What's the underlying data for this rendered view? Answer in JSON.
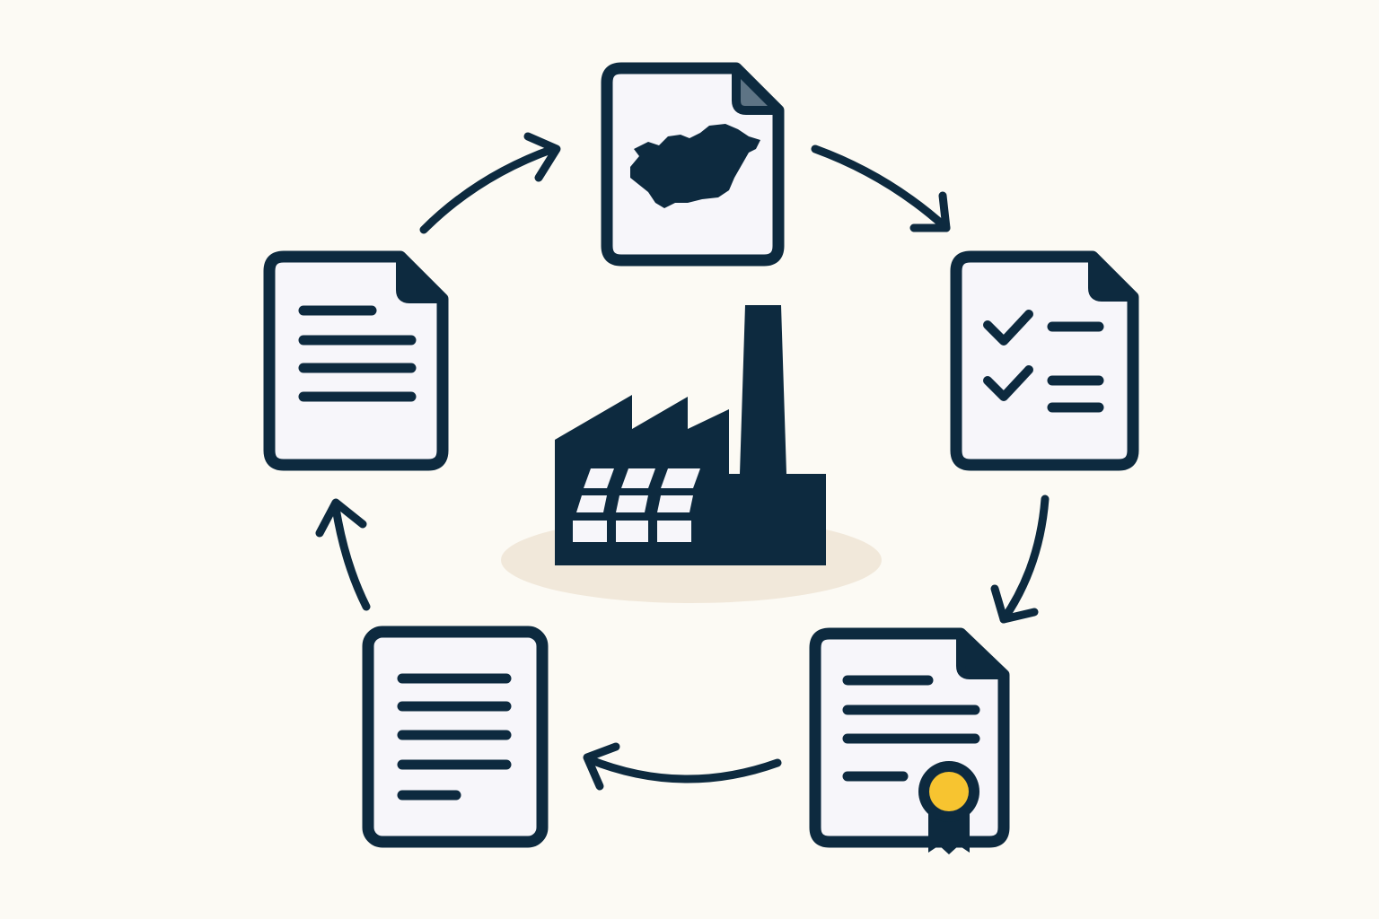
{
  "diagram": {
    "type": "cycle",
    "center": {
      "icon": "factory-icon"
    },
    "nodes": [
      {
        "id": "top",
        "icon": "document-map-icon"
      },
      {
        "id": "right",
        "icon": "document-checklist-icon"
      },
      {
        "id": "bottom-right",
        "icon": "document-certificate-icon"
      },
      {
        "id": "bottom-left",
        "icon": "document-text-icon"
      },
      {
        "id": "left",
        "icon": "document-lines-icon"
      }
    ],
    "edges": [
      {
        "from": "left",
        "to": "top",
        "direction": "clockwise"
      },
      {
        "from": "top",
        "to": "right",
        "direction": "clockwise"
      },
      {
        "from": "right",
        "to": "bottom-right",
        "direction": "clockwise"
      },
      {
        "from": "bottom-right",
        "to": "bottom-left",
        "direction": "clockwise"
      },
      {
        "from": "bottom-left",
        "to": "left",
        "direction": "clockwise"
      }
    ]
  },
  "colors": {
    "background": "#fcfaf4",
    "ink": "#0d2a3f",
    "paper": "#f7f6fa",
    "seal": "#f7c430",
    "shadow": "#f1e8da",
    "fold_accent": "#5e7485"
  }
}
